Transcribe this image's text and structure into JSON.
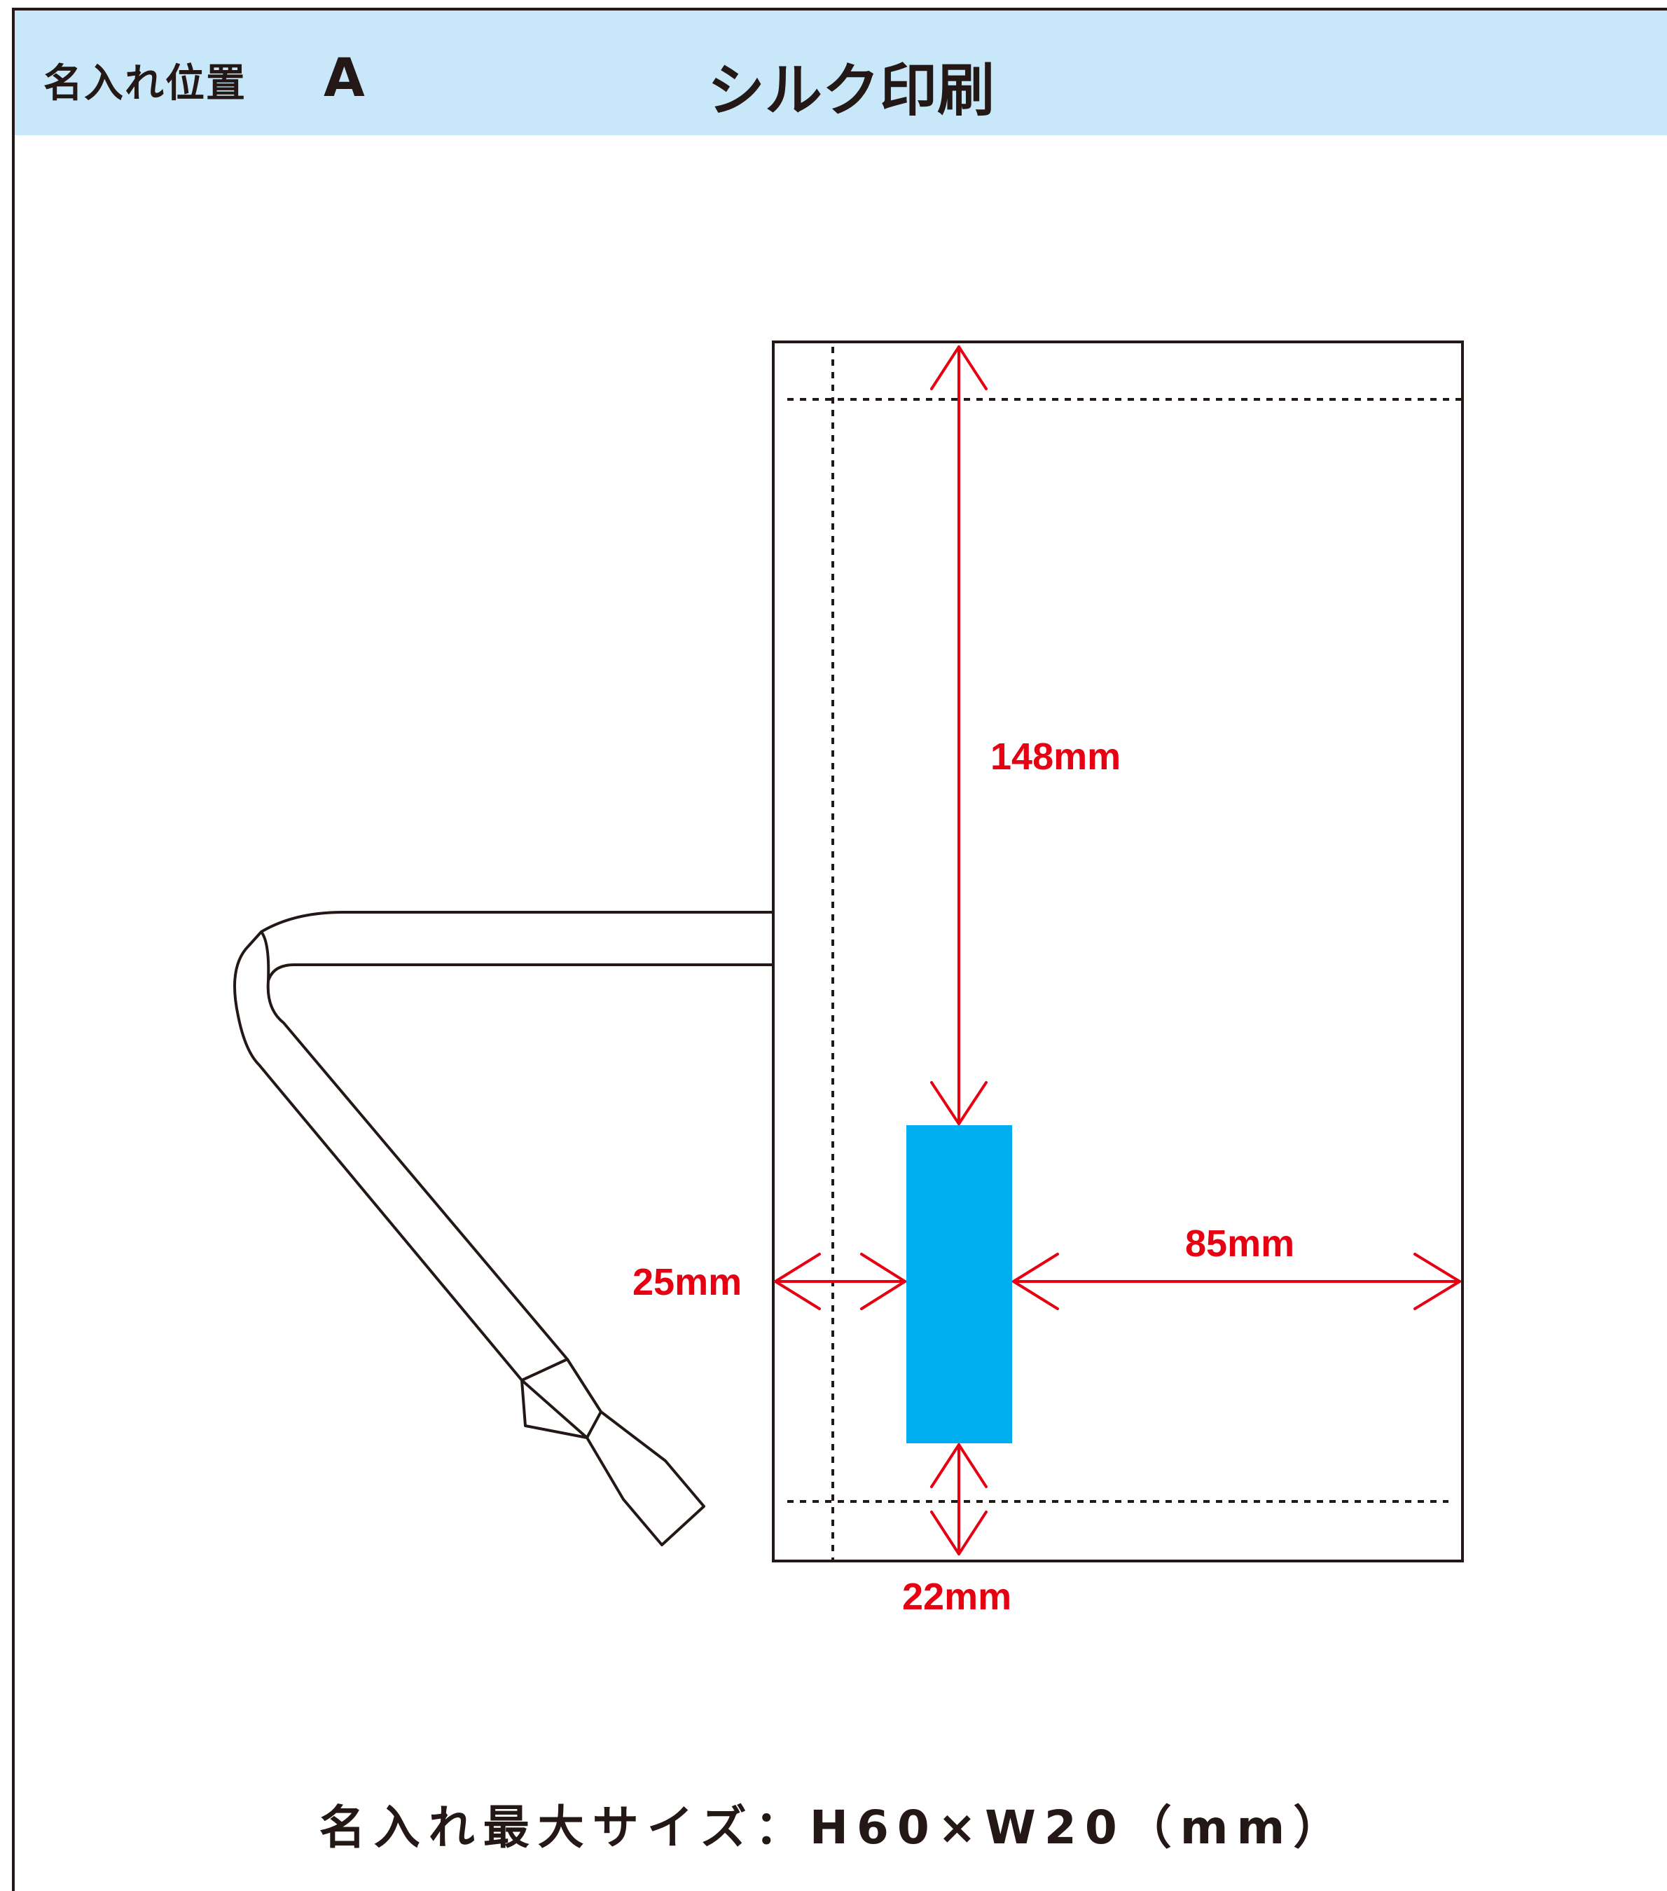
{
  "header": {
    "label": "名入れ位置",
    "position": "A",
    "method": "シルク印刷"
  },
  "diagram": {
    "dimensions": {
      "top": "148mm",
      "left": "25mm",
      "right": "85mm",
      "bottom": "22mm"
    },
    "colors": {
      "print_area": "#00aeef",
      "dimension": "#e60012",
      "outline": "#231815",
      "header_bg": "#c8e8f9"
    }
  },
  "footer": {
    "max_size": "名入れ最大サイズ：H60×W20（mm）"
  }
}
